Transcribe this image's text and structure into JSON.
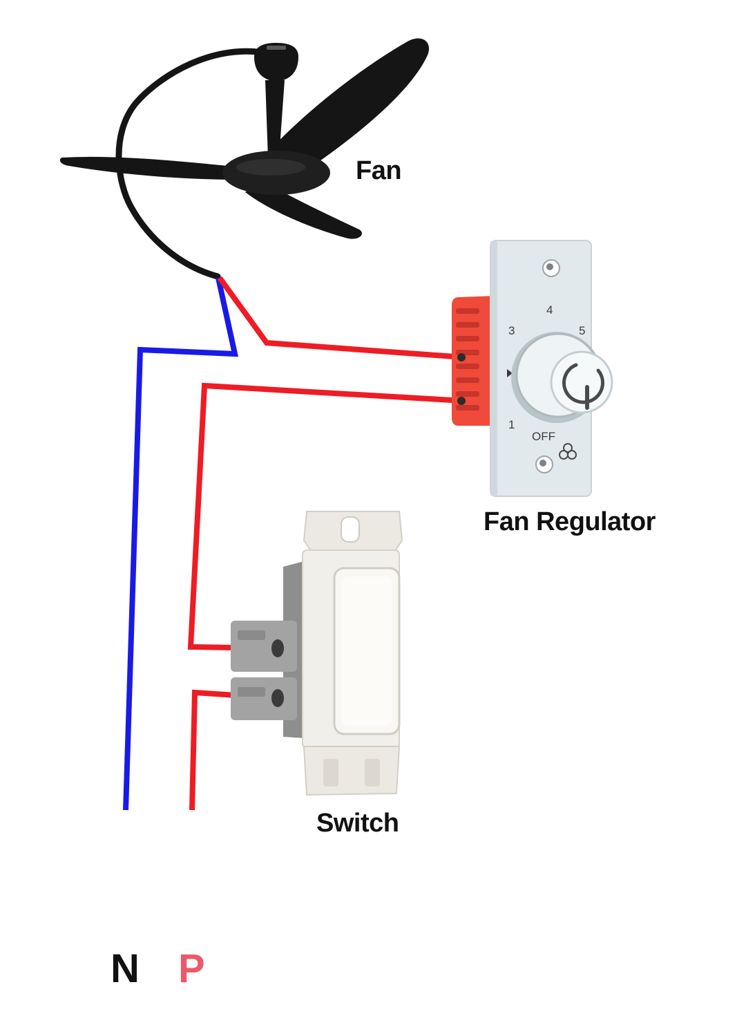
{
  "labels": {
    "fan": "Fan",
    "fan_regulator": "Fan Regulator",
    "switch": "Switch",
    "neutral": "N",
    "phase": "P"
  },
  "regulator_dial": {
    "marks": [
      "1",
      "3",
      "4",
      "5",
      "OFF"
    ]
  },
  "colors": {
    "neutral_wire": "#1a1ae6",
    "phase_wire": "#ee1c24",
    "fan_body": "#151515",
    "regulator_housing": "#f04a3a",
    "regulator_plate": "#e2e9ec",
    "switch_body": "#f1efea",
    "switch_base": "#9a9a9a"
  },
  "icons": {
    "fan_symbol": "fan-icon",
    "power_symbol": "power-icon"
  }
}
